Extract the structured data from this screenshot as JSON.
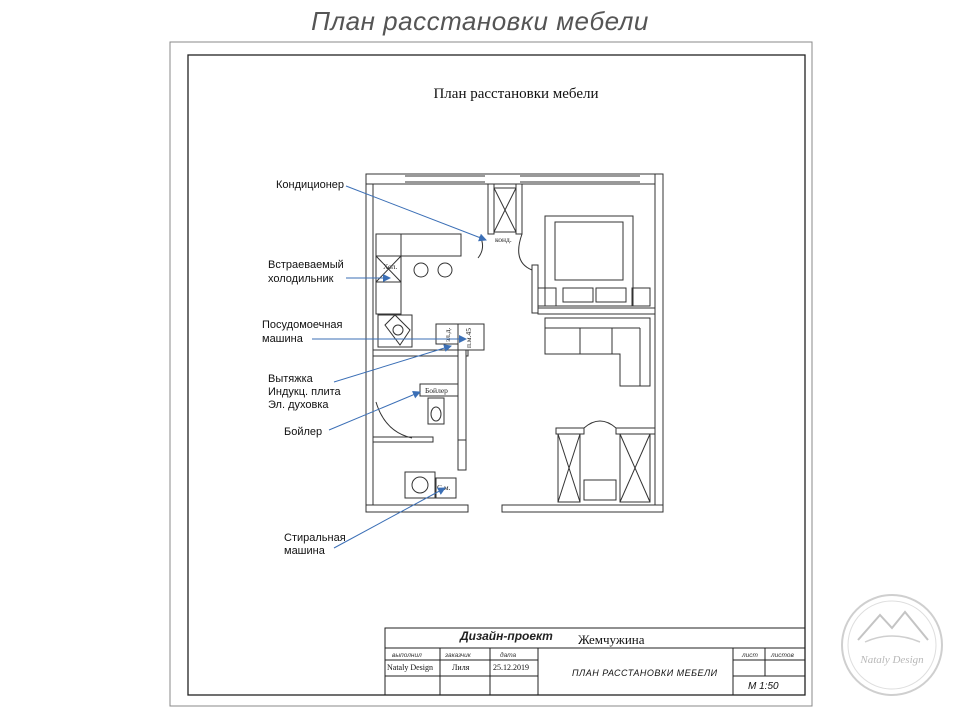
{
  "slide": {
    "title": "План расстановки мебели"
  },
  "drawing": {
    "title": "План расстановки мебели",
    "callouts": {
      "ac": "Кондиционер",
      "fridge_1": "Встраеваемый",
      "fridge_2": "холодильник",
      "dishwasher_1": "Посудомоечная",
      "dishwasher_2": "машина",
      "hob_1": "Вытяжка",
      "hob_2": "Индукц. плита",
      "hob_3": "Эл. духовка",
      "boiler": "Бойлер",
      "washer_1": "Стиральная",
      "washer_2": "машина"
    },
    "room_labels": {
      "fridge": "Хол.",
      "ac": "конд.",
      "dishwasher": "п.м.45",
      "oven": "эл.д.",
      "boiler": "Бойлер",
      "washer": "С.м."
    }
  },
  "title_block": {
    "project_type": "Дизайн-проект",
    "project_name": "Жемчужина",
    "col_done": "выполнил",
    "col_client": "заказчик",
    "col_date": "дата",
    "col_sheet": "лист",
    "col_sheets": "листов",
    "done_value": "Nataly Design",
    "client_value": "Лиля",
    "date_value": "25.12.2019",
    "sheet_name": "ПЛАН  РАССТАНОВКИ  МЕБЕЛИ",
    "scale": "М  1:50"
  },
  "watermark": {
    "text": "Nataly Design"
  },
  "colors": {
    "line": "#333333",
    "arrow": "#3b6fb6",
    "watermark": "#c8c8c8"
  }
}
